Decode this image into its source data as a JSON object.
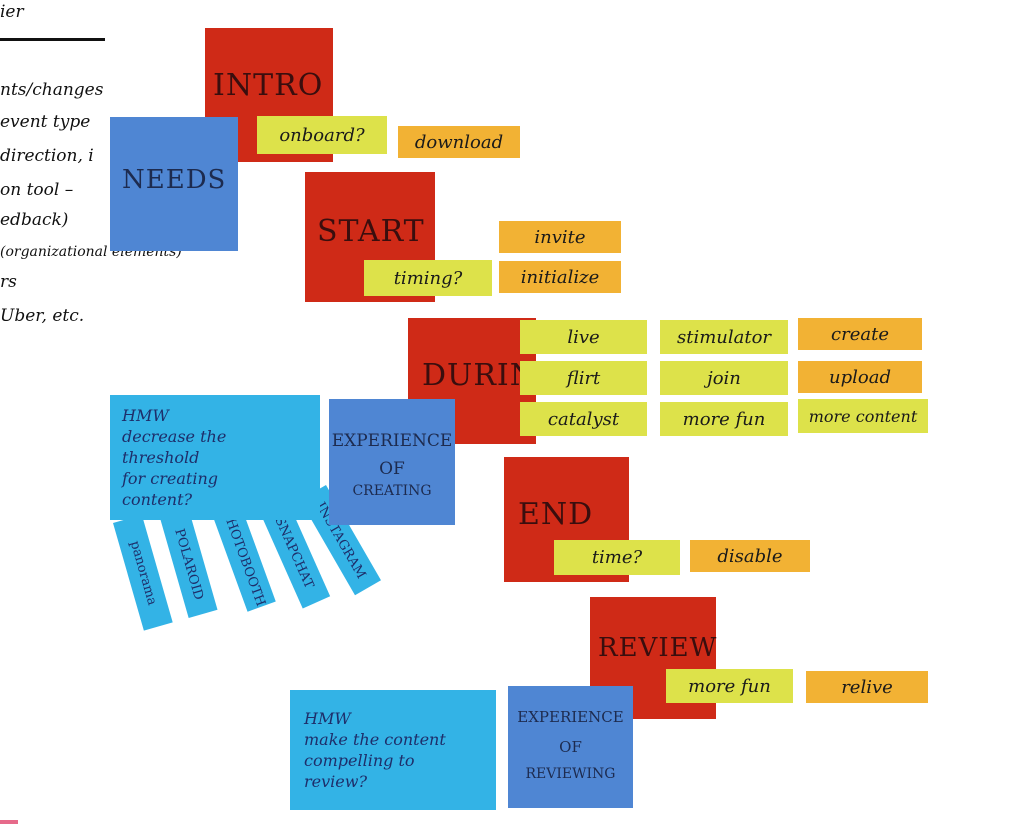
{
  "board_notes": {
    "margin": [
      "ier",
      "nts/changes",
      "event type",
      "direction, i",
      "on tool –",
      "edback)",
      "(organizational elements)",
      "rs",
      "Uber, etc."
    ],
    "intro": "INTRO",
    "needs": "NEEDS",
    "start": "START",
    "during": "DURING",
    "end": "END",
    "review": "REVIEW",
    "experience_creating": [
      "EXPERIENCE",
      "OF",
      "CREATING"
    ],
    "experience_reviewing": [
      "EXPERIENCE",
      "OF",
      "REVIEWING"
    ],
    "hmw_creating": [
      "HMW",
      "decrease the threshold",
      "for creating",
      "content?"
    ],
    "hmw_reviewing": [
      "HMW",
      "make the content",
      "compelling to",
      "review?"
    ],
    "creating_tabs": [
      "panorama",
      "POLAROID",
      "PHOTOBOOTH",
      "SNAPCHAT",
      "INSTAGRAM"
    ],
    "tags": {
      "onboard": "onboard?",
      "download": "download",
      "invite": "invite",
      "timing": "timing?",
      "initialize": "initialize",
      "live": "live",
      "stimulator": "stimulator",
      "create": "create",
      "flirt": "flirt",
      "join": "join",
      "upload": "upload",
      "catalyst": "catalyst",
      "more_fun_during": "more fun",
      "more_content": "more content",
      "time": "time?",
      "disable": "disable",
      "more_fun_review": "more fun",
      "relive": "relive"
    },
    "colors": {
      "red": "#cf2a17",
      "blue": "#4f86d3",
      "cyan": "#33b3e6",
      "yellow": "#dde24a",
      "orange": "#f2b234"
    }
  }
}
